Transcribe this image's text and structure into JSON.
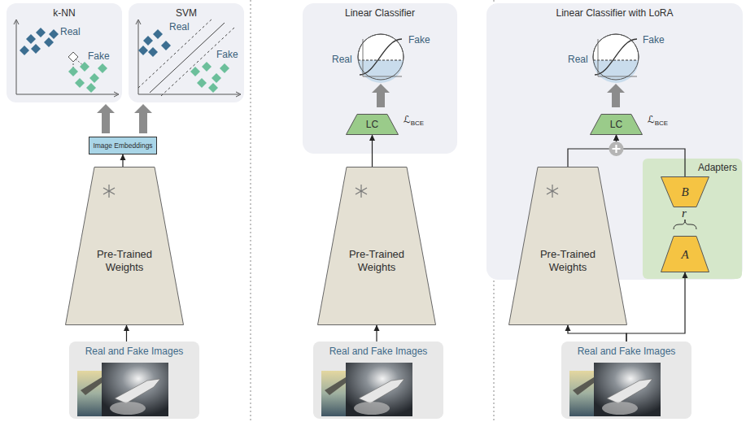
{
  "diagram": {
    "nodes": [
      {
        "text": [
          "k-NN"
        ]
      },
      {
        "text": [
          "SVM"
        ]
      },
      {
        "text": [
          "Image Embeddings"
        ]
      },
      {
        "text": [
          "Pre-Trained Weights"
        ]
      },
      {
        "text": [
          "Real and Fake Images"
        ]
      },
      {
        "text": [
          "Linear Classifier"
        ]
      },
      {
        "text": [
          "LC"
        ],
        "in": 5
      },
      {
        "text": [
          "Pre-Trained Weights"
        ]
      },
      {
        "text": [
          "Real and Fake Images"
        ]
      },
      {
        "text": [
          "Linear Classifier with LoRA"
        ]
      },
      {
        "text": [
          "LC"
        ],
        "in": 9
      },
      {
        "text": [
          "Adapters"
        ],
        "in": 9
      },
      {
        "text": [
          "B"
        ],
        "in": 11
      },
      {
        "text": [
          "A"
        ],
        "in": 11
      },
      {
        "text": [
          "Pre-Trained Weights"
        ]
      },
      {
        "text": [
          "Real and Fake Images"
        ]
      }
    ],
    "edges": [
      {
        "from": 2,
        "to": 0,
        "arrow": "to"
      },
      {
        "from": 2,
        "to": 1,
        "arrow": "to"
      },
      {
        "from": 3,
        "to": 2,
        "arrow": "to"
      },
      {
        "from": 4,
        "to": 3,
        "arrow": "to"
      },
      {
        "from": 7,
        "to": 6,
        "arrow": "to"
      },
      {
        "from": 8,
        "to": 7,
        "arrow": "to"
      },
      {
        "from": 14,
        "to": 10,
        "arrow": "to"
      },
      {
        "from": 12,
        "to": 10,
        "arrow": "to"
      },
      {
        "from": 15,
        "to": 14,
        "arrow": "to"
      },
      {
        "from": 15,
        "to": 13,
        "arrow": "to"
      }
    ],
    "labels": [
      "Real",
      "Fake",
      "Real",
      "Fake",
      "Real",
      "Fake",
      "ℒBCE",
      "Real",
      "Fake",
      "ℒBCE",
      "r"
    ]
  }
}
